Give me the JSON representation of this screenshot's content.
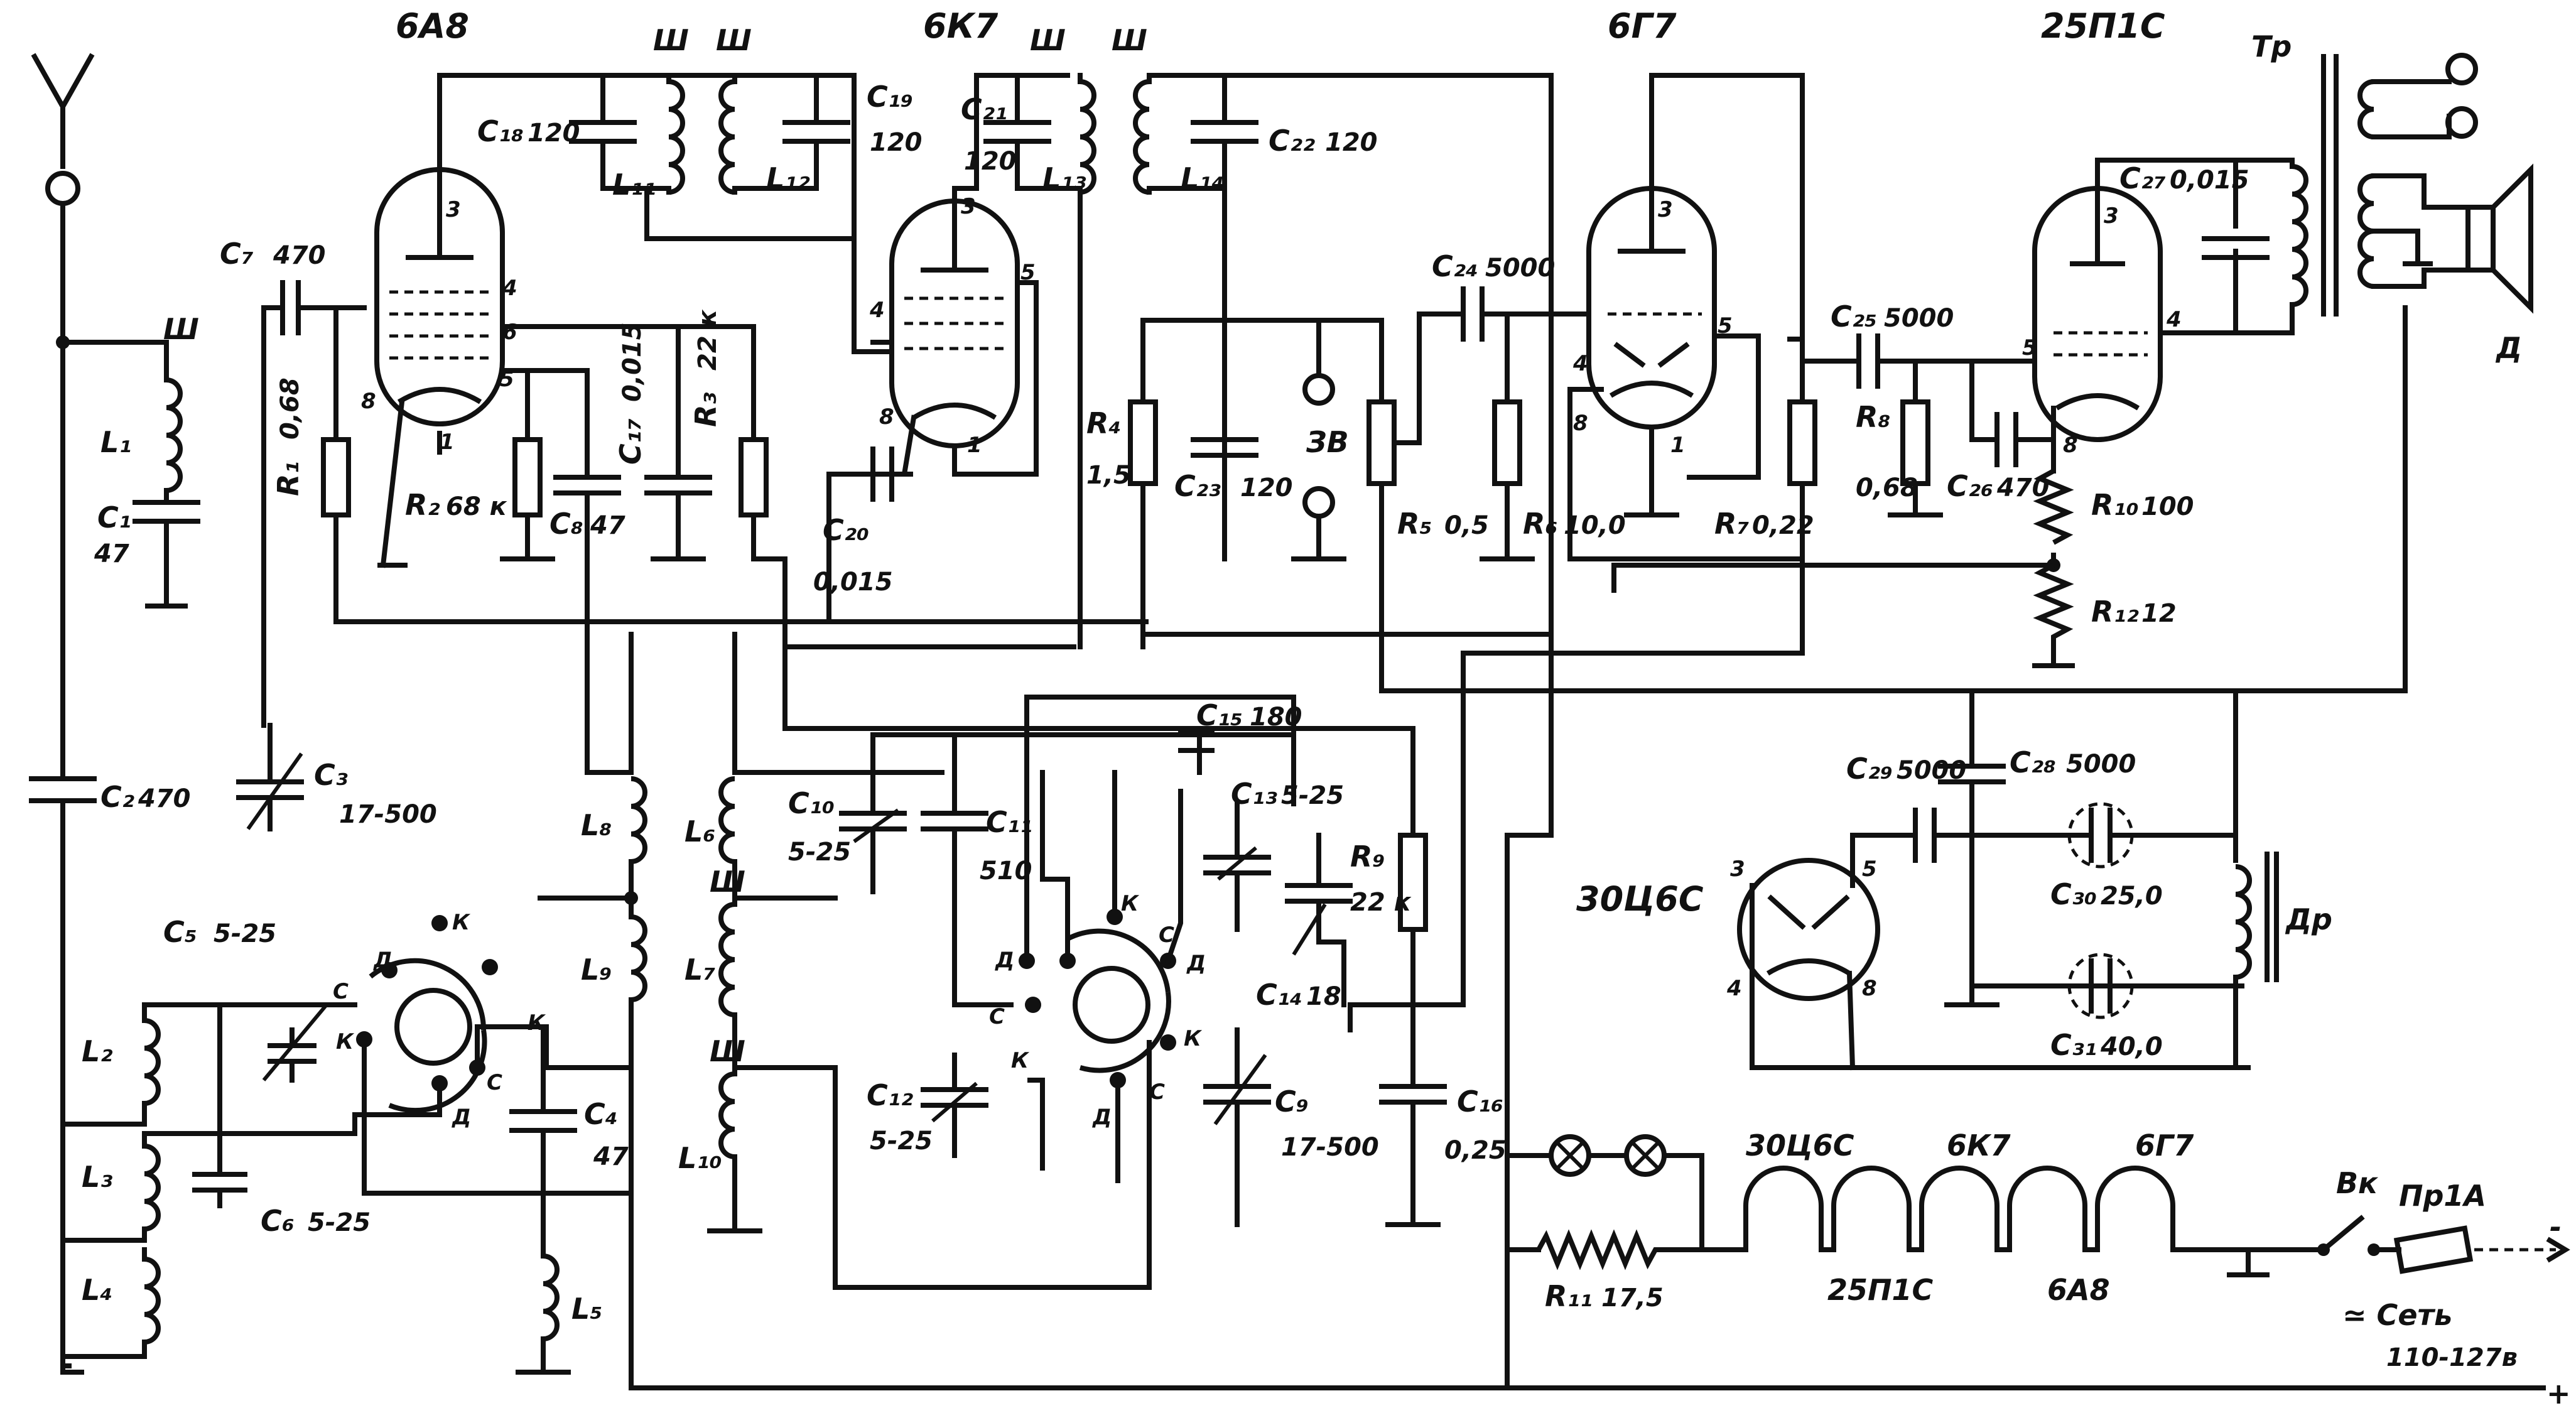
{
  "tubes": {
    "t1": "6А8",
    "t2": "6К7",
    "t3": "6Г7",
    "t4": "25П1С",
    "rect": "30Ц6С"
  },
  "labels": {
    "C1": "C₁",
    "C1v": "47",
    "C2": "C₂",
    "C2v": "470",
    "C3": "C₃",
    "C3v": "17-500",
    "C4": "C₄",
    "C4v": "47",
    "C5": "C₅",
    "C5v": "5-25",
    "C6": "C₆",
    "C6v": "5-25",
    "C7": "C₇",
    "C7v": "470",
    "C8": "C₈",
    "C8v": "47",
    "C9": "C₉",
    "C9v": "17-500",
    "C10": "C₁₀",
    "C10v": "5-25",
    "C11": "C₁₁",
    "C11v": "510",
    "C12": "C₁₂",
    "C12v": "5-25",
    "C13": "C₁₃",
    "C13v": "5-25",
    "C14": "C₁₄",
    "C14v": "18",
    "C15": "C₁₅",
    "C15v": "180",
    "C16": "C₁₆",
    "C16v": "0,25",
    "C17": "C₁₇",
    "C17v": "0,015",
    "C18": "C₁₈",
    "C18v": "120",
    "C19": "C₁₉",
    "C19v": "120",
    "C20": "C₂₀",
    "C20v": "0,015",
    "C21": "C₂₁",
    "C21v": "120",
    "C22": "C₂₂",
    "C22v": "120",
    "C23": "C₂₃",
    "C23v": "120",
    "C24": "C₂₄",
    "C24v": "5000",
    "C25": "C₂₅",
    "C25v": "5000",
    "C26": "C₂₆",
    "C26v": "470",
    "C27": "C₂₇",
    "C27v": "0,015",
    "C28": "C₂₈",
    "C28v": "5000",
    "C29": "C₂₉",
    "C29v": "5000",
    "C30": "C₃₀",
    "C30v": "25,0",
    "C31": "C₃₁",
    "C31v": "40,0",
    "R1": "R₁",
    "R1v": "0,68",
    "R2": "R₂",
    "R2v": "68 к",
    "R3": "R₃",
    "R3v": "22 к",
    "R4": "R₄",
    "R4v": "1,5",
    "R5": "R₅",
    "R5v": "0,5",
    "R6": "R₆",
    "R6v": "10,0",
    "R7": "R₇",
    "R7v": "0,22",
    "R8": "R₈",
    "R8v": "0,68",
    "R9": "R₉",
    "R9v": "22 к",
    "R10": "R₁₀",
    "R10v": "100",
    "R11": "R₁₁",
    "R11v": "17,5",
    "R12": "R₁₂",
    "R12v": "12",
    "L1": "L₁",
    "L2": "L₂",
    "L3": "L₃",
    "L4": "L₄",
    "L5": "L₅",
    "L6": "L₆",
    "L7": "L₇",
    "L8": "L₈",
    "L9": "L₉",
    "L10": "L₁₀",
    "L11": "L₁₁",
    "L12": "L₁₂",
    "L13": "L₁₃",
    "L14": "L₁₄",
    "Tr": "Тр",
    "Dr": "Др",
    "D": "Д",
    "ZV": "ЗВ",
    "Vk": "Вк",
    "Pr": "Пр1А",
    "net": "≃ Сеть",
    "netv": "110-127в",
    "core": "Ш",
    "sw_D": "Д",
    "sw_K": "К",
    "sw_S": "С",
    "fil1": "30Ц6С",
    "fil2": "6К7",
    "fil3": "6Г7",
    "fil4": "25П1С",
    "fil5": "6А8",
    "minus": "-",
    "plus": "+"
  }
}
